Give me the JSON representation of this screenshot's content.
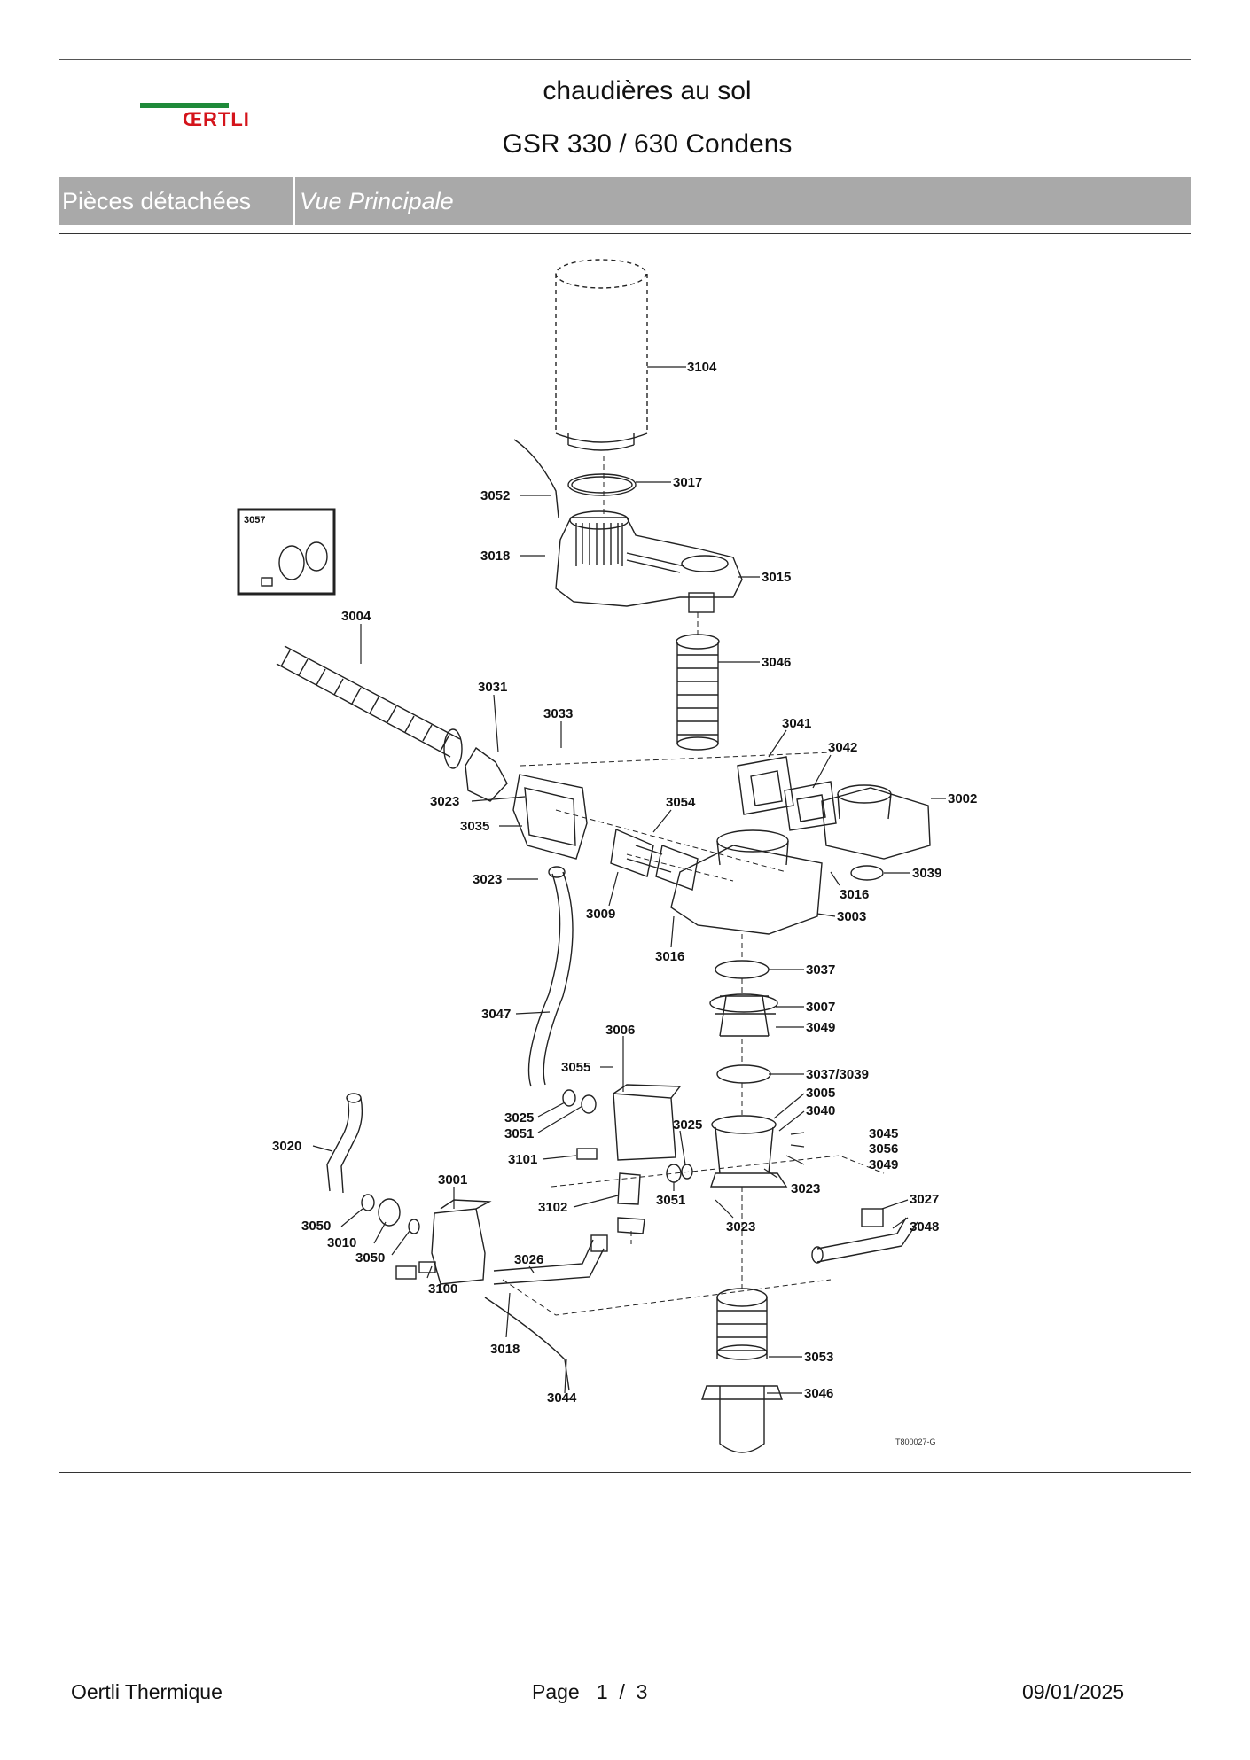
{
  "header": {
    "brand": "ŒRTLI",
    "title_line1": "chaudières au sol",
    "title_line2": "GSR 330 / 630 Condens"
  },
  "section": {
    "left": "Pièces détachées",
    "right": "Vue Principale"
  },
  "diagram": {
    "drawing_ref": "T800027-G",
    "inset_label": "3057",
    "labels": {
      "p3104": "3104",
      "p3017": "3017",
      "p3052": "3052",
      "p3018a": "3018",
      "p3015": "3015",
      "p3004": "3004",
      "p3046a": "3046",
      "p3031": "3031",
      "p3033": "3033",
      "p3041": "3041",
      "p3042": "3042",
      "p3002": "3002",
      "p3023a": "3023",
      "p3054": "3054",
      "p3035": "3035",
      "p3039a": "3039",
      "p3016a": "3016",
      "p3023b": "3023",
      "p3009": "3009",
      "p3003": "3003",
      "p3016b": "3016",
      "p3037": "3037",
      "p3007": "3007",
      "p3049a": "3049",
      "p3047": "3047",
      "p3006": "3006",
      "p3055": "3055",
      "p3037_3039": "3037/3039",
      "p3005": "3005",
      "p3040": "3040",
      "p3025a": "3025",
      "p3051a": "3051",
      "p3025b": "3025",
      "p3045": "3045",
      "p3056": "3056",
      "p3101": "3101",
      "p3049b": "3049",
      "p3020": "3020",
      "p3001": "3001",
      "p3023c": "3023",
      "p3027": "3027",
      "p3102": "3102",
      "p3051b": "3051",
      "p3023d": "3023",
      "p3048": "3048",
      "p3050a": "3050",
      "p3010": "3010",
      "p3026": "3026",
      "p3050b": "3050",
      "p3100": "3100",
      "p3018b": "3018",
      "p3053": "3053",
      "p3046b": "3046",
      "p3044": "3044"
    }
  },
  "footer": {
    "company": "Oertli Thermique",
    "page_label": "Page",
    "page_current": "1",
    "page_sep": "/",
    "page_total": "3",
    "date": "09/01/2025"
  }
}
